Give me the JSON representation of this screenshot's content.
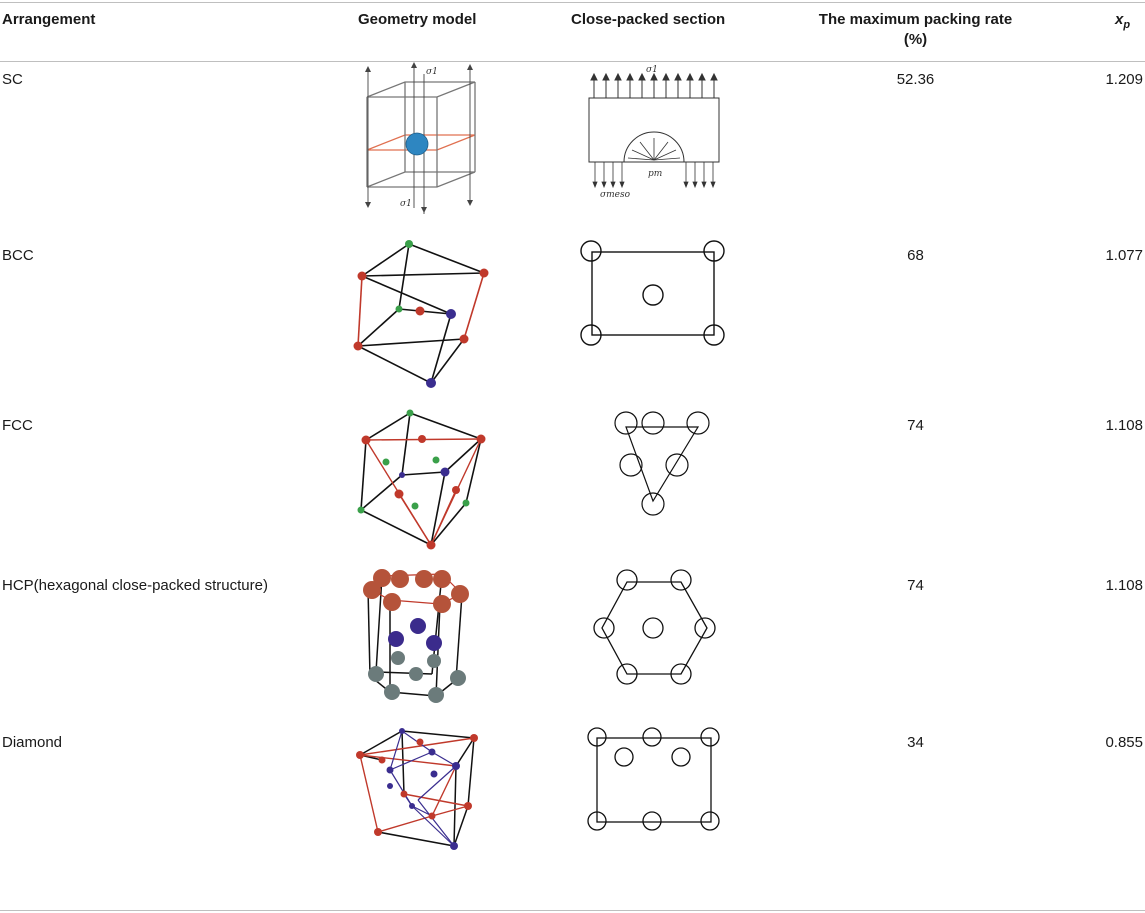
{
  "header": {
    "arrangement": "Arrangement",
    "geometry_model": "Geometry model",
    "close_packed_section": "Close-packed section",
    "max_packing_rate_line1": "The maximum packing rate",
    "max_packing_rate_line2": "(%)",
    "xp_main": "x",
    "xp_sub": "p"
  },
  "labels": {
    "sigma1_top": "σ1",
    "sigma1_bottom": "σ1",
    "sigma_section": "σ1",
    "p_label": "pm",
    "sigma_meso": "σmeso"
  },
  "rows": [
    {
      "arrangement": "SC",
      "rate": "52.36",
      "xp": "1.209"
    },
    {
      "arrangement": "BCC",
      "rate": "68",
      "xp": "1.077"
    },
    {
      "arrangement": "FCC",
      "rate": "74",
      "xp": "1.108"
    },
    {
      "arrangement": "HCP(hexagonal close-packed structure)",
      "rate": "74",
      "xp": "1.108"
    },
    {
      "arrangement": "Diamond",
      "rate": "34",
      "xp": "0.855"
    }
  ],
  "colors": {
    "red_atom": "#c0392b",
    "blue_atom": "#3a2d8f",
    "green_atom": "#3aa04a",
    "sc_sphere": "#2e86c1",
    "hcp_top": "#b5533a",
    "hcp_mid": "#3b2b8c",
    "hcp_bottom": "#6b7b7b"
  }
}
